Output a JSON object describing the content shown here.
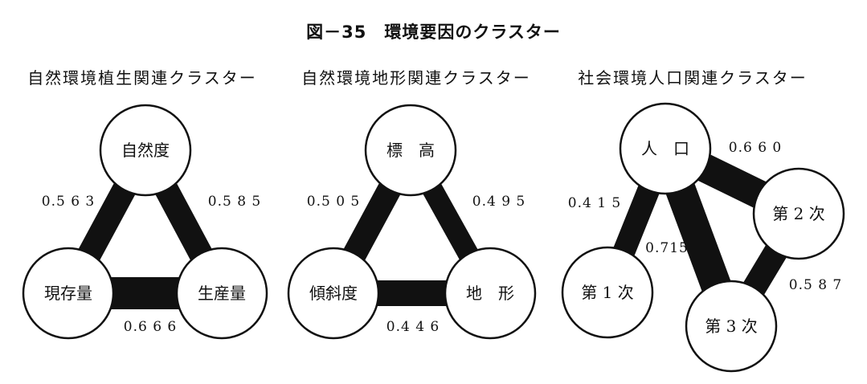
{
  "figure_title": "図－35　環境要因のクラスター",
  "clusters": [
    {
      "title": "自然環境植生関連クラスター",
      "nodes": [
        "自然度",
        "現存量",
        "生産量"
      ],
      "edges": [
        {
          "from": "自然度",
          "to": "現存量",
          "value": "0.5 6 3"
        },
        {
          "from": "自然度",
          "to": "生産量",
          "value": "0.5 8 5"
        },
        {
          "from": "現存量",
          "to": "生産量",
          "value": "0.6 6 6"
        }
      ]
    },
    {
      "title": "自然環境地形関連クラスター",
      "nodes": [
        "標　高",
        "傾斜度",
        "地　形"
      ],
      "edges": [
        {
          "from": "標　高",
          "to": "傾斜度",
          "value": "0.5 0 5"
        },
        {
          "from": "標　高",
          "to": "地　形",
          "value": "0.4 9 5"
        },
        {
          "from": "傾斜度",
          "to": "地　形",
          "value": "0.4 4 6"
        }
      ]
    },
    {
      "title": "社会環境人口関連クラスター",
      "nodes": [
        "人　口",
        "第 2 次",
        "第 1 次",
        "第 3 次"
      ],
      "edges": [
        {
          "from": "人　口",
          "to": "第 2 次",
          "value": "0.6 6 0"
        },
        {
          "from": "人　口",
          "to": "第 1 次",
          "value": "0.4 1 5"
        },
        {
          "from": "人　口",
          "to": "第 3 次",
          "value": "0.715"
        },
        {
          "from": "第 2 次",
          "to": "第 3 次",
          "value": "0.5 8 7"
        }
      ]
    }
  ]
}
